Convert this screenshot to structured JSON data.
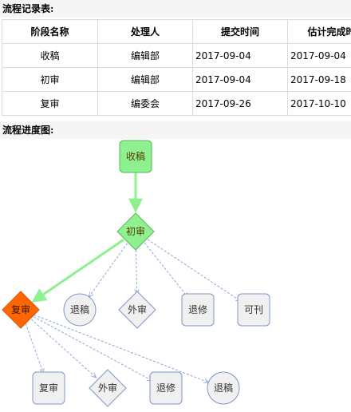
{
  "table_title": "流程记录表:",
  "flow_title": "流程进度图:",
  "columns": [
    "阶段名称",
    "处理人",
    "提交时间",
    "估计完成时间"
  ],
  "rows": [
    [
      "收稿",
      "编辑部",
      "2017-09-04",
      "2017-09-04"
    ],
    [
      "初审",
      "编辑部",
      "2017-09-04",
      "2017-09-18"
    ],
    [
      "复审",
      "编委会",
      "2017-09-26",
      "2017-10-10"
    ]
  ],
  "colors": {
    "done_fill": "#8ef08e",
    "done_stroke": "#55bb55",
    "current_fill": "#ff6600",
    "pending_fill": "#f0f0f0",
    "pending_stroke": "#7f96c8",
    "active_edge": "#8ef08e",
    "pending_edge": "#8fa6d6"
  },
  "flow": {
    "nodes": [
      {
        "id": "receive",
        "label": "收稿",
        "shape": "round-rect",
        "state": "done"
      },
      {
        "id": "first-review",
        "label": "初审",
        "shape": "diamond",
        "state": "done"
      },
      {
        "id": "second-review",
        "label": "复审",
        "shape": "diamond",
        "state": "current"
      },
      {
        "id": "fr-reject",
        "label": "退稿",
        "shape": "circle",
        "state": "pending"
      },
      {
        "id": "fr-external",
        "label": "外审",
        "shape": "diamond",
        "state": "pending"
      },
      {
        "id": "fr-revise",
        "label": "退修",
        "shape": "round-rect",
        "state": "pending"
      },
      {
        "id": "fr-accept",
        "label": "可刊",
        "shape": "round-rect",
        "state": "pending"
      },
      {
        "id": "sr-recheck",
        "label": "复审",
        "shape": "round-rect",
        "state": "pending"
      },
      {
        "id": "sr-external",
        "label": "外审",
        "shape": "diamond",
        "state": "pending"
      },
      {
        "id": "sr-revise",
        "label": "退修",
        "shape": "round-rect",
        "state": "pending"
      },
      {
        "id": "sr-reject",
        "label": "退稿",
        "shape": "circle",
        "state": "pending"
      }
    ]
  }
}
